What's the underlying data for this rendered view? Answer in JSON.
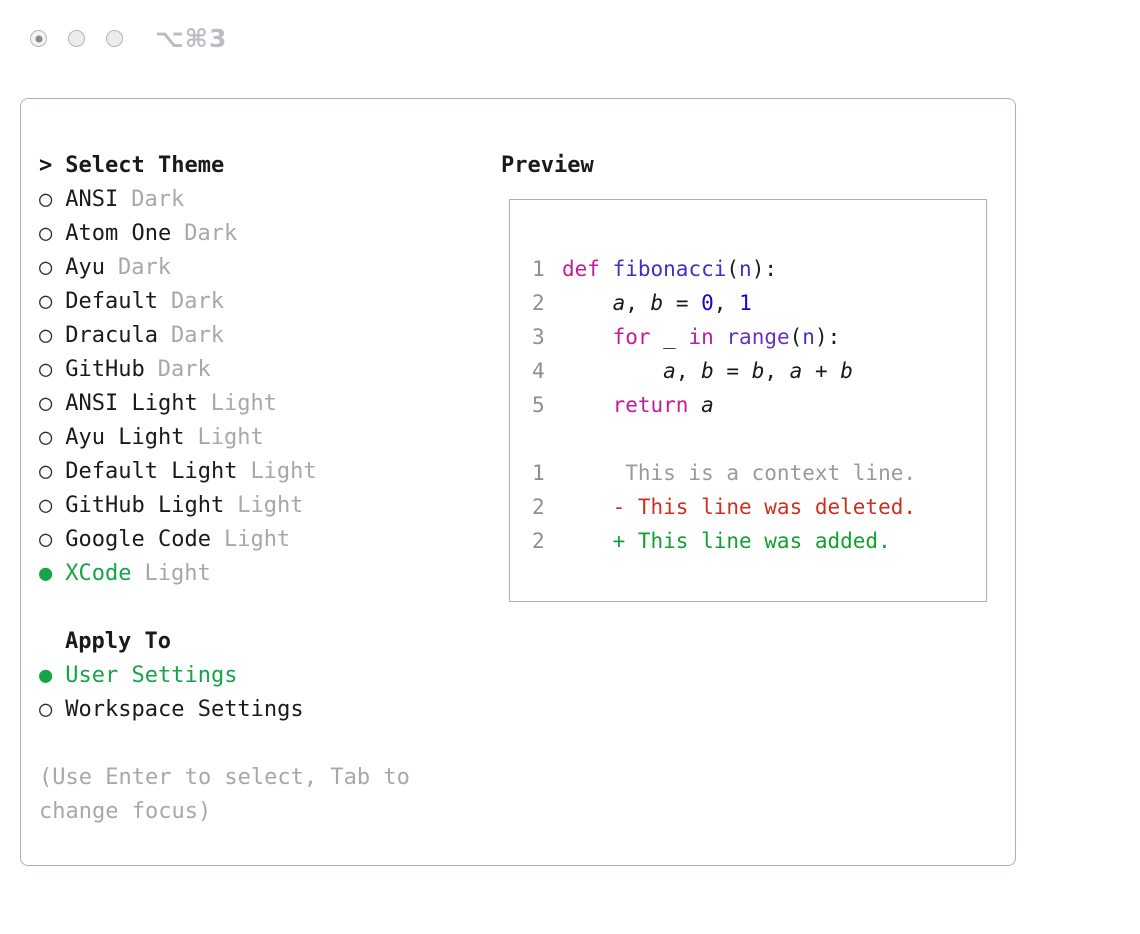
{
  "window": {
    "shortcut": "⌥⌘3"
  },
  "theme_selector": {
    "cursor": ">",
    "title": "Select Theme",
    "items": [
      {
        "name": "ANSI",
        "variant": "Dark",
        "selected": false
      },
      {
        "name": "Atom One",
        "variant": "Dark",
        "selected": false
      },
      {
        "name": "Ayu",
        "variant": "Dark",
        "selected": false
      },
      {
        "name": "Default",
        "variant": "Dark",
        "selected": false
      },
      {
        "name": "Dracula",
        "variant": "Dark",
        "selected": false
      },
      {
        "name": "GitHub",
        "variant": "Dark",
        "selected": false
      },
      {
        "name": "ANSI Light",
        "variant": "Light",
        "selected": false
      },
      {
        "name": "Ayu Light",
        "variant": "Light",
        "selected": false
      },
      {
        "name": "Default Light",
        "variant": "Light",
        "selected": false
      },
      {
        "name": "GitHub Light",
        "variant": "Light",
        "selected": false
      },
      {
        "name": "Google Code",
        "variant": "Light",
        "selected": false
      },
      {
        "name": "XCode",
        "variant": "Light",
        "selected": true
      }
    ]
  },
  "apply_to": {
    "title": "Apply To",
    "options": [
      {
        "label": "User Settings",
        "selected": true
      },
      {
        "label": "Workspace Settings",
        "selected": false
      }
    ]
  },
  "hint": "(Use Enter to select, Tab to change focus)",
  "preview": {
    "title": "Preview",
    "lines": [
      {
        "num": "1",
        "segments": [
          [
            "kw",
            "def"
          ],
          [
            "pl",
            " "
          ],
          [
            "fn",
            "fibonacci"
          ],
          [
            "pl",
            "("
          ],
          [
            "pm",
            "n"
          ],
          [
            "pl",
            "):"
          ]
        ]
      },
      {
        "num": "2",
        "segments": [
          [
            "pl",
            "    "
          ],
          [
            "va",
            "a"
          ],
          [
            "pl",
            ", "
          ],
          [
            "va",
            "b"
          ],
          [
            "pl",
            " = "
          ],
          [
            "nu",
            "0"
          ],
          [
            "pl",
            ", "
          ],
          [
            "nu",
            "1"
          ]
        ]
      },
      {
        "num": "3",
        "segments": [
          [
            "pl",
            "    "
          ],
          [
            "kw",
            "for"
          ],
          [
            "pl",
            " _ "
          ],
          [
            "kw",
            "in"
          ],
          [
            "pl",
            " "
          ],
          [
            "fn2",
            "range"
          ],
          [
            "pl",
            "("
          ],
          [
            "pm",
            "n"
          ],
          [
            "pl",
            "):"
          ]
        ]
      },
      {
        "num": "4",
        "segments": [
          [
            "pl",
            "        "
          ],
          [
            "va",
            "a"
          ],
          [
            "pl",
            ", "
          ],
          [
            "va",
            "b"
          ],
          [
            "pl",
            " = "
          ],
          [
            "va",
            "b"
          ],
          [
            "pl",
            ", "
          ],
          [
            "va",
            "a"
          ],
          [
            "pl",
            " + "
          ],
          [
            "va",
            "b"
          ]
        ]
      },
      {
        "num": "5",
        "segments": [
          [
            "pl",
            "    "
          ],
          [
            "kw",
            "return"
          ],
          [
            "pl",
            " "
          ],
          [
            "va",
            "a"
          ]
        ]
      },
      {
        "num": "",
        "segments": []
      },
      {
        "num": "1",
        "segments": [
          [
            "ctx",
            "     This is a context line."
          ]
        ]
      },
      {
        "num": "2",
        "segments": [
          [
            "del",
            "    - This line was deleted."
          ]
        ]
      },
      {
        "num": "2",
        "segments": [
          [
            "add",
            "    + This line was added."
          ]
        ]
      }
    ]
  },
  "colors": {
    "accent-green": "#17a449",
    "text": "#1a1a1a",
    "muted": "#a8a8a8",
    "border": "#a9b2ba",
    "gutter": "#8e8e93",
    "syntax-keyword": "#c01d9a",
    "syntax-function": "#4230c4",
    "syntax-call": "#6a30c0",
    "syntax-number": "#1b00cf",
    "diff-context": "#9a9a9a",
    "diff-deleted": "#ce2f21",
    "diff-added": "#12a02f"
  }
}
